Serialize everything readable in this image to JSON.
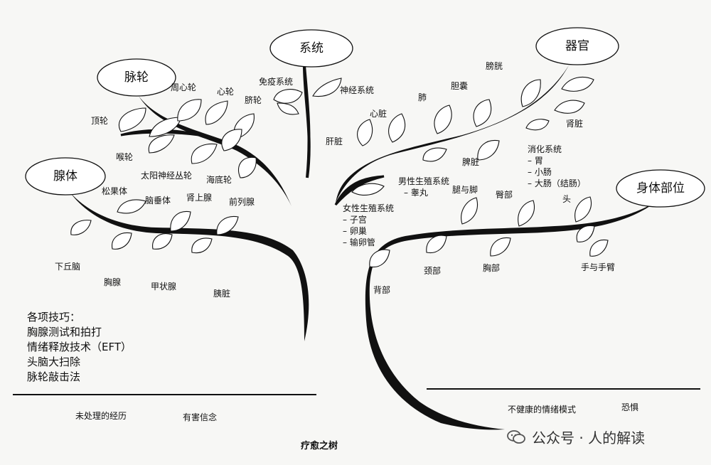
{
  "title": "疗愈之树",
  "categories": {
    "chakra": "脉轮",
    "system": "系统",
    "organ": "器官",
    "gland": "腺体",
    "body": "身体部位"
  },
  "chakras": {
    "crown": "顶轮",
    "heart_periphery": "周心轮",
    "heart": "心轮",
    "navel": "脐轮",
    "throat": "喉轮",
    "solar_plexus": "太阳神经丛轮",
    "root": "海底轮"
  },
  "systems": {
    "immune": "免疫系统",
    "nervous": "神经系统",
    "male_reproductive": "男性生殖系统",
    "male_sub": "– 睾丸",
    "female_reproductive": "女性生殖系统",
    "female_sub": [
      "– 子宫",
      "– 卵巢",
      "– 输卵管"
    ],
    "digestive": "消化系统",
    "digestive_sub": [
      "– 胃",
      "– 小肠",
      "– 大肠（结肠）"
    ]
  },
  "organs": {
    "liver": "肝脏",
    "heart": "心脏",
    "lungs": "肺",
    "gallbladder": "胆囊",
    "bladder": "膀胱",
    "kidney": "肾脏",
    "spleen": "脾脏"
  },
  "glands": {
    "pineal": "松果体",
    "pituitary": "脑垂体",
    "adrenal": "肾上腺",
    "prostate": "前列腺",
    "hypothalamus": "下丘脑",
    "thymus": "胸腺",
    "thyroid": "甲状腺",
    "pancreas": "胰脏"
  },
  "body_parts": {
    "legs_feet": "腿与脚",
    "hips": "臀部",
    "head": "头",
    "neck": "颈部",
    "chest": "胸部",
    "back": "背部",
    "hands_arms": "手与手臂"
  },
  "skills": {
    "heading": "各项技巧：",
    "items": [
      "胸腺测试和拍打",
      "情绪释放技术（EFT）",
      "头脑大扫除",
      "脉轮敲击法"
    ]
  },
  "ground": {
    "left_1": "未处理的经历",
    "left_2": "有害信念",
    "right_1": "不健康的情绪模式",
    "right_2": "恐惧"
  },
  "watermark": "公众号 · 人的解读"
}
